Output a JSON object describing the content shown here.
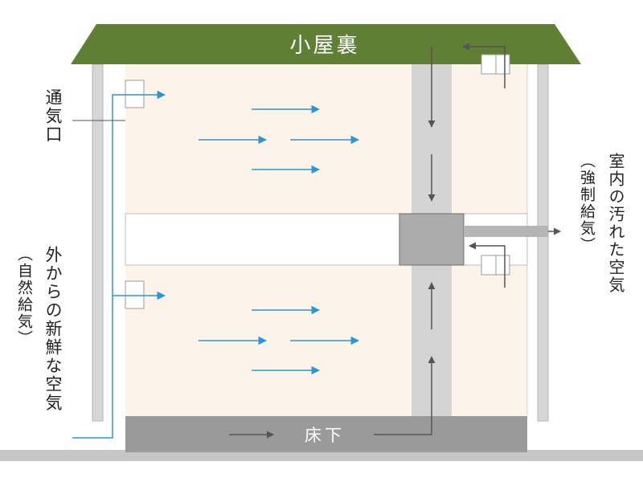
{
  "labels": {
    "attic": "小屋裏",
    "underfloor": "床下",
    "vent": "通気口",
    "fresh_air": "外からの新鮮な空気",
    "natural_supply": "（自然給気）",
    "dirty_air": "室内の汚れた空気",
    "forced_exhaust": "（強制給気）"
  },
  "colors": {
    "roof": "#5e7f34",
    "room": "#fdf4e9",
    "wall": "#d2d2d2",
    "duct": "#d4d4d4",
    "fan": "#acacac",
    "floor": "#9a9a9a",
    "ground": "#c6c6c6",
    "air_arrow": "#2a96d6",
    "dark_line": "#555555"
  }
}
